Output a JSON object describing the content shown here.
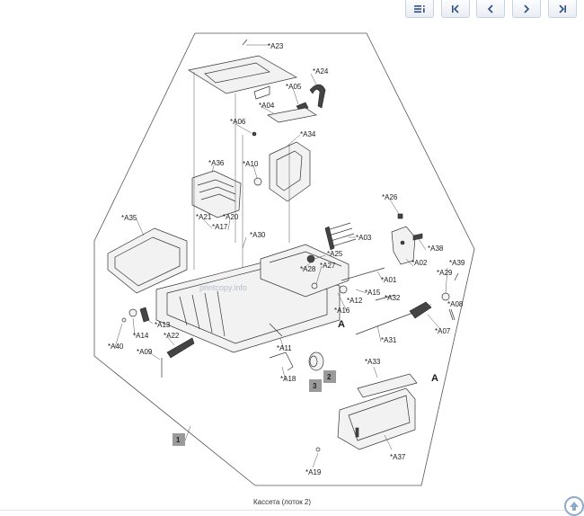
{
  "toolbar": {
    "buttons": [
      {
        "name": "contents-button",
        "icon": "list-icon"
      },
      {
        "name": "first-page-button",
        "icon": "first-page-icon"
      },
      {
        "name": "prev-page-button",
        "icon": "chevron-left-icon"
      },
      {
        "name": "next-page-button",
        "icon": "chevron-right-icon"
      },
      {
        "name": "last-page-button",
        "icon": "last-page-icon"
      }
    ],
    "icon_color": "#2b4f86"
  },
  "diagram": {
    "watermark": "printcopy.info",
    "labels": {
      "A01": "*A01",
      "A02": "*A02",
      "A03": "*A03",
      "A04": "*A04",
      "A05": "*A05",
      "A06": "*A06",
      "A07": "*A07",
      "A08": "*A08",
      "A09": "*A09",
      "A10": "*A10",
      "A11": "*A11",
      "A12": "*A12",
      "A13": "*A13",
      "A14": "*A14",
      "A15": "*A15",
      "A16": "*A16",
      "A17": "*A17",
      "A18": "*A18",
      "A19": "*A19",
      "A20": "*A20",
      "A21": "*A21",
      "A22": "*A22",
      "A23": "*A23",
      "A24": "*A24",
      "A25": "*A25",
      "A26": "*A26",
      "A27": "*A27",
      "A28": "*A28",
      "A29": "*A29",
      "A30": "*A30",
      "A31": "*A31",
      "A32": "*A32",
      "A33": "*A33",
      "A34": "*A34",
      "A35": "*A35",
      "A36": "*A36",
      "A37": "*A37",
      "A38": "*A38",
      "A39": "*A39",
      "A40": "*A40"
    },
    "connector_marks": [
      "A",
      "A"
    ],
    "callouts": [
      "1",
      "2",
      "3"
    ]
  },
  "caption": "Кассета (лоток 2)",
  "scroll_top_icon": "arrow-up-icon"
}
